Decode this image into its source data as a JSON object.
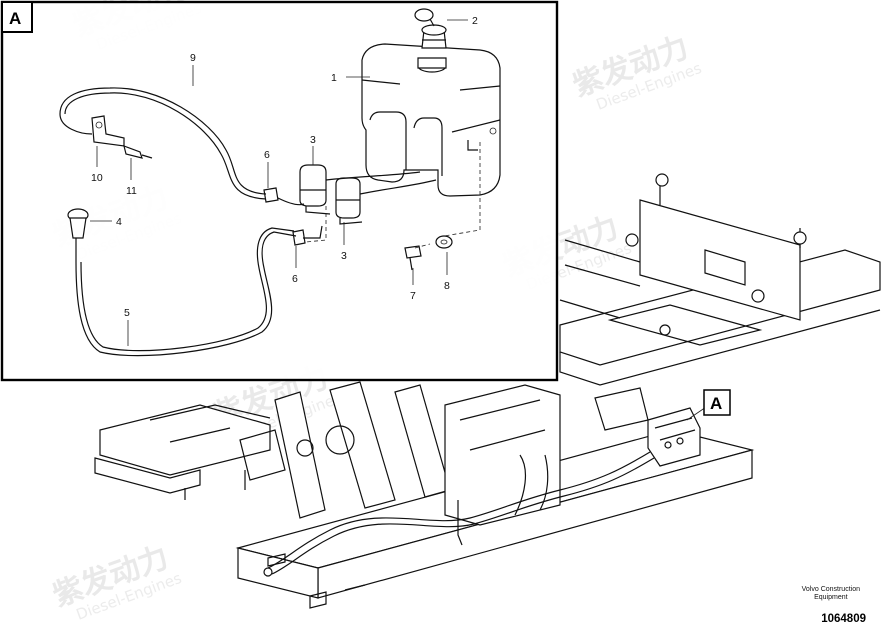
{
  "watermark": {
    "logo_text": "紫发动力",
    "sub_text": "Diesel-Engines"
  },
  "detail_view": {
    "tag": "A",
    "callouts": [
      "1",
      "2",
      "3",
      "3",
      "4",
      "5",
      "6",
      "6",
      "7",
      "8",
      "9",
      "10",
      "11"
    ]
  },
  "main_view": {
    "tag": "A"
  },
  "footer": {
    "brand_line1": "Volvo Construction",
    "brand_line2": "Equipment",
    "part_number": "1064809"
  }
}
